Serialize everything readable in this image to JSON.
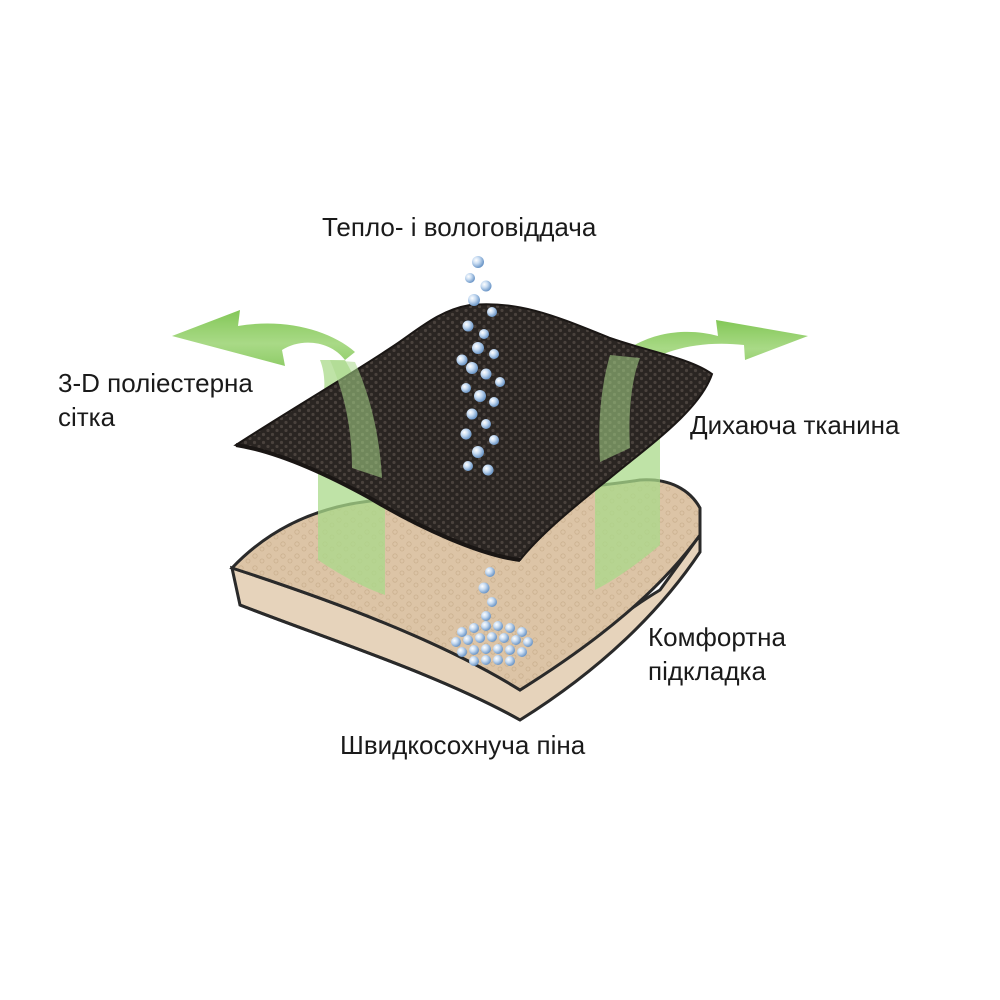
{
  "labels": {
    "top": "Тепло- і вологовіддача",
    "mesh_line1": "3-D поліестерна",
    "mesh_line2": "сітка",
    "fabric": "Дихаюча тканина",
    "lining_line1": "Комфортна",
    "lining_line2": "підкладка",
    "foam": "Швидкосохнуча піна"
  },
  "colors": {
    "mesh": "#2a2522",
    "mesh_dots": "#4a423d",
    "foam_top": "#dcc4a6",
    "foam_side": "#e6d3bb",
    "foam_outline": "#2a2a2a",
    "arrow_green": "#7cc44e",
    "arrow_light": "#a9d98a",
    "bubble": "#a8c8ec"
  }
}
